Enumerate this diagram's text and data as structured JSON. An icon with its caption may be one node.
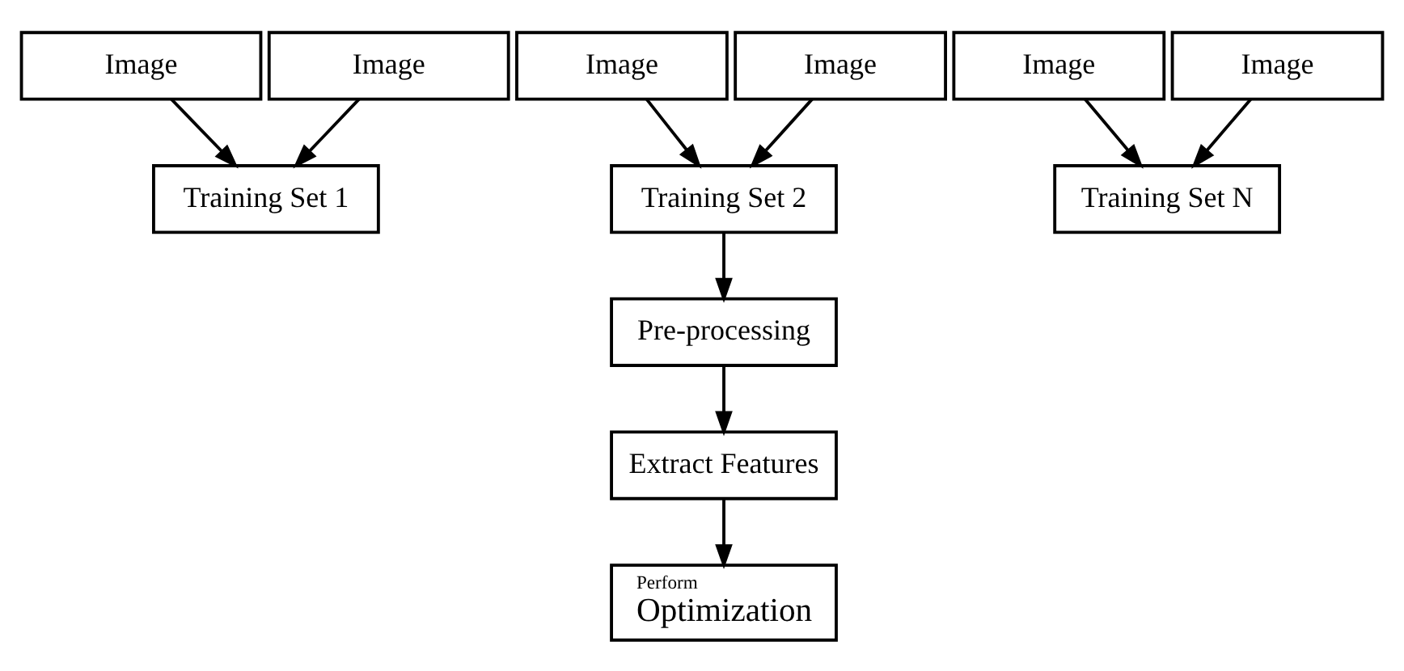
{
  "diagram": {
    "nodes": [
      {
        "text": [
          "Image"
        ]
      },
      {
        "text": [
          "Image"
        ]
      },
      {
        "text": [
          "Training Set 1"
        ]
      },
      {
        "text": [
          "Image"
        ]
      },
      {
        "text": [
          "Image"
        ]
      },
      {
        "text": [
          "Training Set 2"
        ]
      },
      {
        "text": [
          "Pre-processing"
        ]
      },
      {
        "text": [
          "Extract Features"
        ]
      },
      {
        "text": [
          "Perform",
          "Optimization"
        ]
      },
      {
        "text": [
          "Image"
        ]
      },
      {
        "text": [
          "Image"
        ]
      },
      {
        "text": [
          "Training Set N"
        ]
      }
    ],
    "edges": [
      {
        "from": 0,
        "to": 2,
        "arrow": "to"
      },
      {
        "from": 1,
        "to": 2,
        "arrow": "to"
      },
      {
        "from": 3,
        "to": 5,
        "arrow": "to"
      },
      {
        "from": 4,
        "to": 5,
        "arrow": "to"
      },
      {
        "from": 5,
        "to": 6,
        "arrow": "to"
      },
      {
        "from": 6,
        "to": 7,
        "arrow": "to"
      },
      {
        "from": 7,
        "to": 8,
        "arrow": "to"
      },
      {
        "from": 9,
        "to": 11,
        "arrow": "to"
      },
      {
        "from": 10,
        "to": 11,
        "arrow": "to"
      }
    ]
  }
}
